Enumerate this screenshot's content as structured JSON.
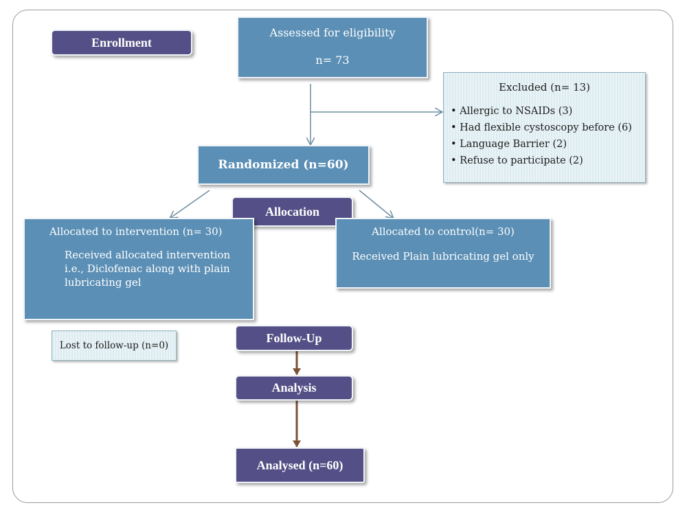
{
  "labels": {
    "enrollment": "Enrollment",
    "allocation": "Allocation",
    "follow_up": "Follow-Up",
    "analysis": "Analysis"
  },
  "assessed": {
    "title": "Assessed for eligibility",
    "count": "n= 73"
  },
  "excluded": {
    "title": "Excluded (n= 13)",
    "reasons": [
      "• Allergic to NSAIDs (3)",
      "• Had flexible cystoscopy before (6)",
      "• Language Barrier (2)",
      "• Refuse to participate (2)"
    ]
  },
  "randomized": "Randomized (n=60)",
  "intervention": {
    "title": "Allocated to intervention  (n= 30)",
    "line1": "Received allocated intervention",
    "line2": "i.e., Diclofenac along with plain",
    "line3": "lubricating gel"
  },
  "control": {
    "title": "Allocated to control(n= 30)",
    "detail": "Received Plain lubricating gel only"
  },
  "lost": "Lost to follow-up (n=0)",
  "analysed": "Analysed (n=60)",
  "colors": {
    "box_blue": "#5b8fb5",
    "label_purple": "#544f86",
    "arrow_blue": "#6e8da0",
    "arrow_brown": "#7a5238"
  }
}
